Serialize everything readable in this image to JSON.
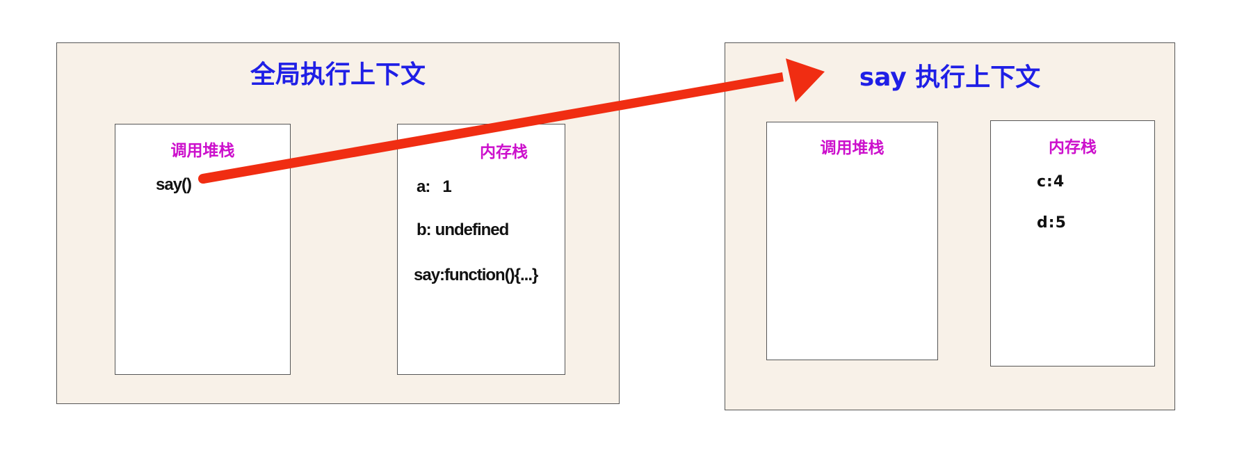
{
  "global_context": {
    "title": "全局执行上下文",
    "call_stack": {
      "title": "调用堆栈",
      "items": [
        "say()"
      ]
    },
    "heap": {
      "title": "内存栈",
      "entries": [
        {
          "key": "a:",
          "value": "1"
        },
        {
          "key": "b:",
          "value": "undefined"
        },
        {
          "key": "say:",
          "value": "function(){...}"
        }
      ]
    }
  },
  "say_context": {
    "title": "say 执行上下文",
    "call_stack": {
      "title": "调用堆栈",
      "items": []
    },
    "heap": {
      "title": "内存栈",
      "entries": [
        {
          "key": "c",
          "value": "4"
        },
        {
          "key": "d",
          "value": "5"
        }
      ]
    }
  },
  "colors": {
    "context_background": "#f8f1e8",
    "context_title": "#1f1fe6",
    "box_title": "#cc10cc",
    "arrow": "#f02d12",
    "text": "#111111"
  },
  "connector": {
    "from": "global_context.call_stack.items.0",
    "to": "say_context"
  }
}
